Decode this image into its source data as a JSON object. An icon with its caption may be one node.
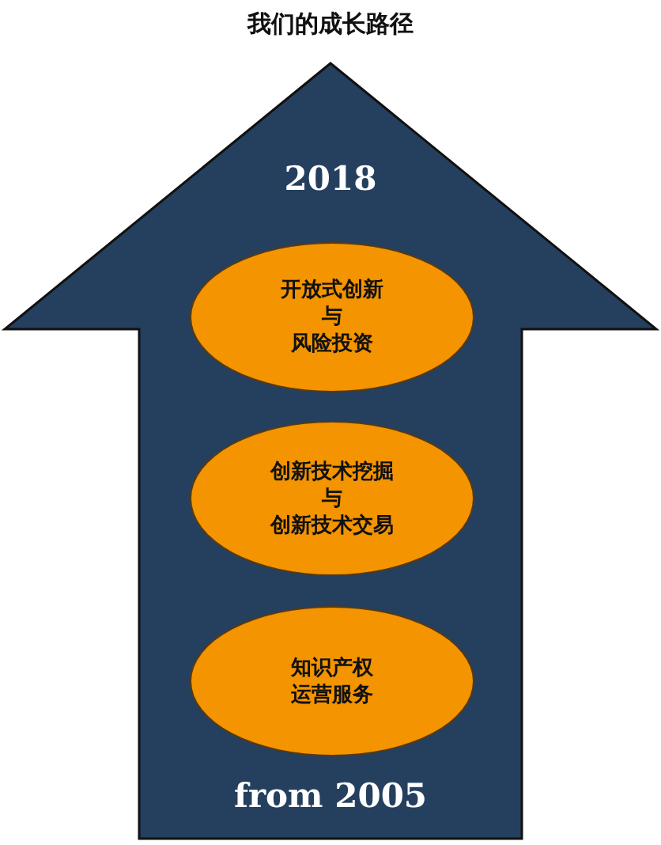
{
  "diagram": {
    "title": "我们的成长路径",
    "nodes": [
      {
        "text": [
          "2018",
          "from 2005"
        ]
      },
      {
        "text": [
          "开放式创新",
          "与",
          "风险投资"
        ],
        "in": 0
      },
      {
        "text": [
          "创新技术挖掘",
          "与",
          "创新技术交易"
        ],
        "in": 0
      },
      {
        "text": [
          "知识产权",
          "运营服务"
        ],
        "in": 0
      }
    ],
    "edges": []
  }
}
